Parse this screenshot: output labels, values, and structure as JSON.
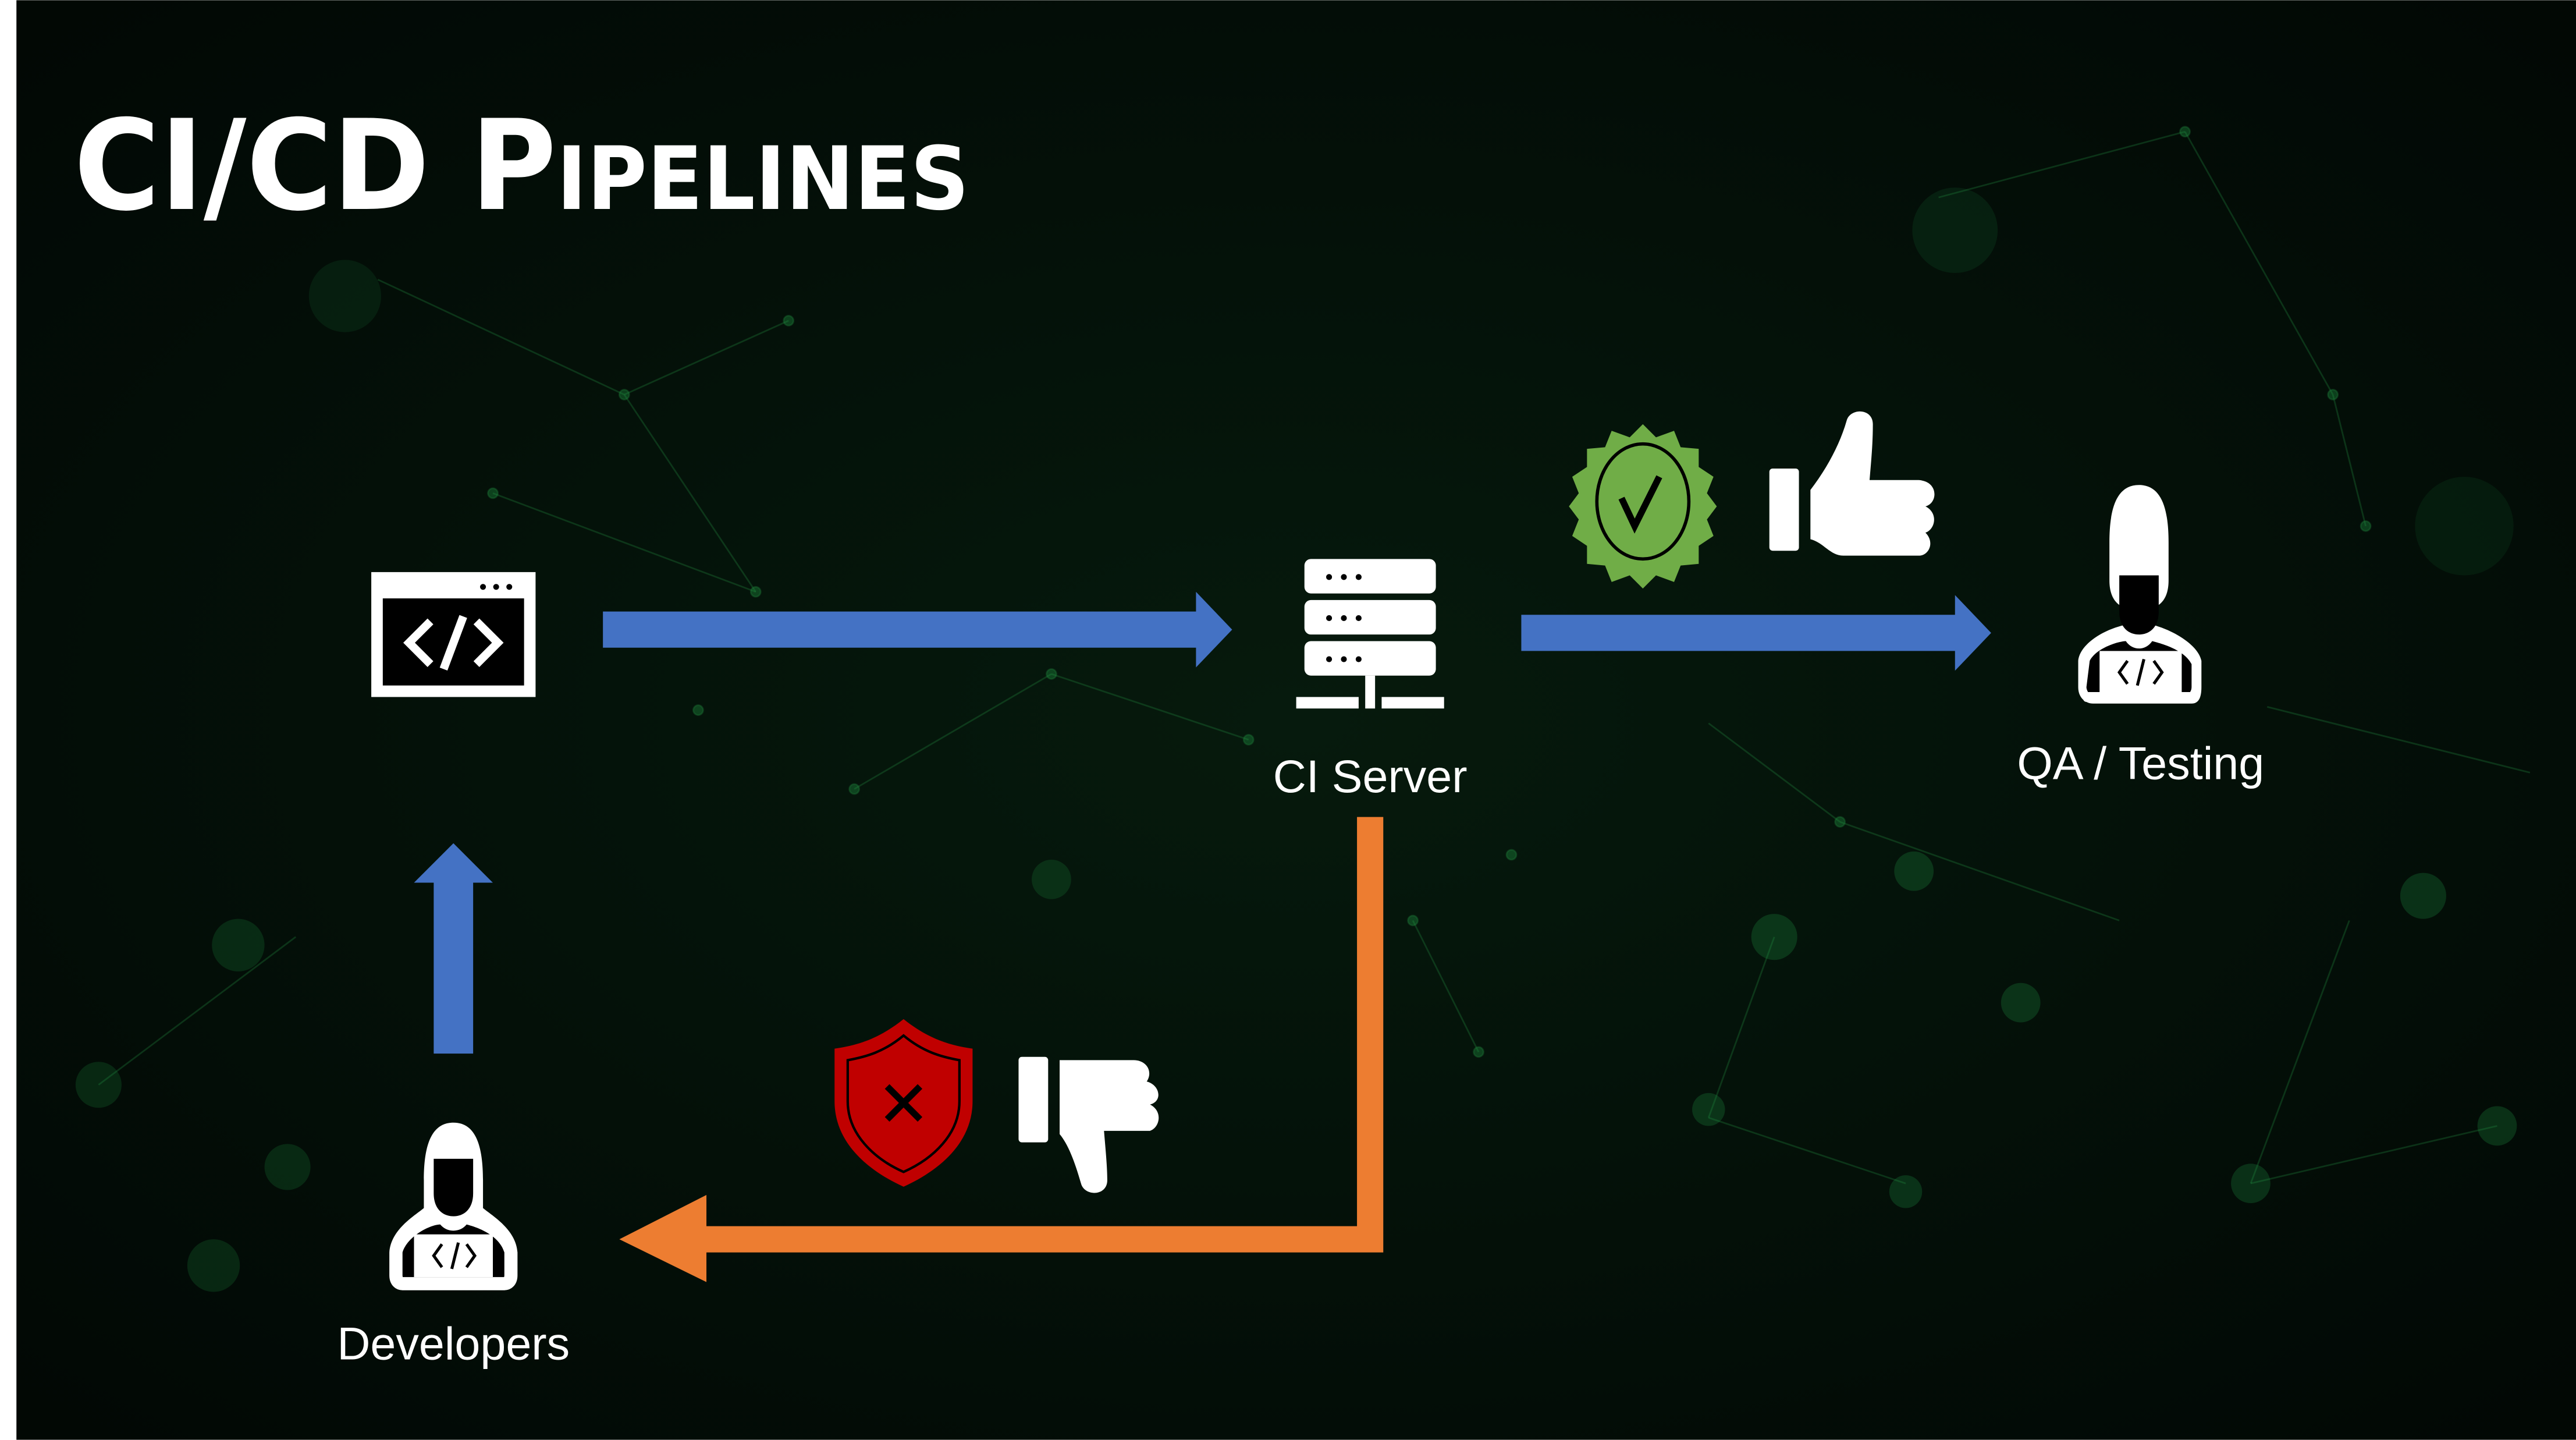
{
  "slide": {
    "title": "CI/CD Pipelines",
    "nodes": {
      "code": {
        "icon": "code-window-icon"
      },
      "ci_server": {
        "label": "CI Server",
        "icon": "server-icon"
      },
      "qa": {
        "label": "QA / Testing",
        "icon": "developer-laptop-icon"
      },
      "developers": {
        "label": "Developers",
        "icon": "developer-laptop-icon"
      }
    },
    "success": {
      "icons": [
        "approved-badge-icon",
        "thumbs-up-icon"
      ]
    },
    "failure": {
      "icons": [
        "shield-error-icon",
        "thumbs-down-icon"
      ]
    },
    "colors": {
      "background": "#020805",
      "blue_arrow": "#4472c4",
      "orange_arrow": "#ed7d31",
      "badge_green": "#70ad47",
      "shield_red": "#c00000",
      "network": "#1f7a3a"
    }
  }
}
